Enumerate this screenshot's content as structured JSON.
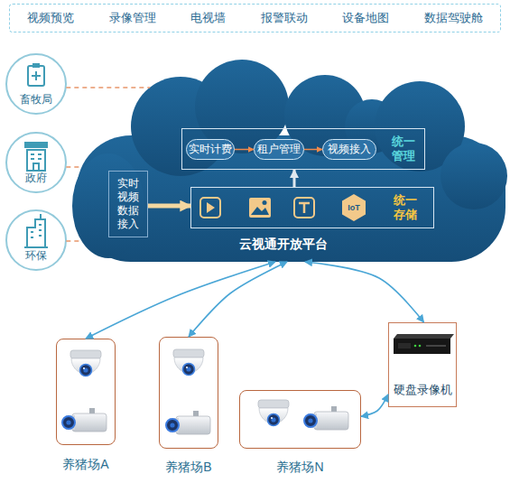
{
  "diagram": {
    "nodes": [
      {
        "text": [
          "视频预览",
          "录像管理",
          "电视墙",
          "报警联动",
          "设备地图",
          "数据驾驶舱"
        ]
      },
      {
        "text": [
          "畜牧局"
        ]
      },
      {
        "text": [
          "政府"
        ]
      },
      {
        "text": [
          "环保"
        ]
      },
      {
        "text": [
          "云视通开放平台"
        ]
      },
      {
        "text": [
          "实时视频数据接入"
        ],
        "in": 4
      },
      {
        "text": [
          "统一管理"
        ],
        "in": 4
      },
      {
        "text": [
          "实时计费"
        ],
        "in": 6
      },
      {
        "text": [
          "租户管理"
        ],
        "in": 6
      },
      {
        "text": [
          "视频接入"
        ],
        "in": 6
      },
      {
        "text": [
          "统一存储"
        ],
        "in": 4
      },
      {
        "text": [
          "养猪场A"
        ]
      },
      {
        "text": [
          "养猪场B"
        ]
      },
      {
        "text": [
          "养猪场N"
        ]
      },
      {
        "text": [
          "硬盘录像机"
        ]
      }
    ],
    "edges": [
      {
        "from": 1,
        "to": 4,
        "arrow": "none"
      },
      {
        "from": 2,
        "to": 4,
        "arrow": "none"
      },
      {
        "from": 3,
        "to": 4,
        "arrow": "none"
      },
      {
        "from": 5,
        "to": 10,
        "arrow": "to"
      },
      {
        "from": 10,
        "to": 6,
        "arrow": "to"
      },
      {
        "from": 7,
        "to": 8,
        "arrow": "to"
      },
      {
        "from": 8,
        "to": 9,
        "arrow": "to"
      },
      {
        "from": 4,
        "to": 11,
        "arrow": "both"
      },
      {
        "from": 4,
        "to": 12,
        "arrow": "both"
      },
      {
        "from": 14,
        "to": 4,
        "arrow": "both"
      },
      {
        "from": 13,
        "to": 14,
        "arrow": "both"
      }
    ],
    "labels": [
      "IoT"
    ]
  }
}
